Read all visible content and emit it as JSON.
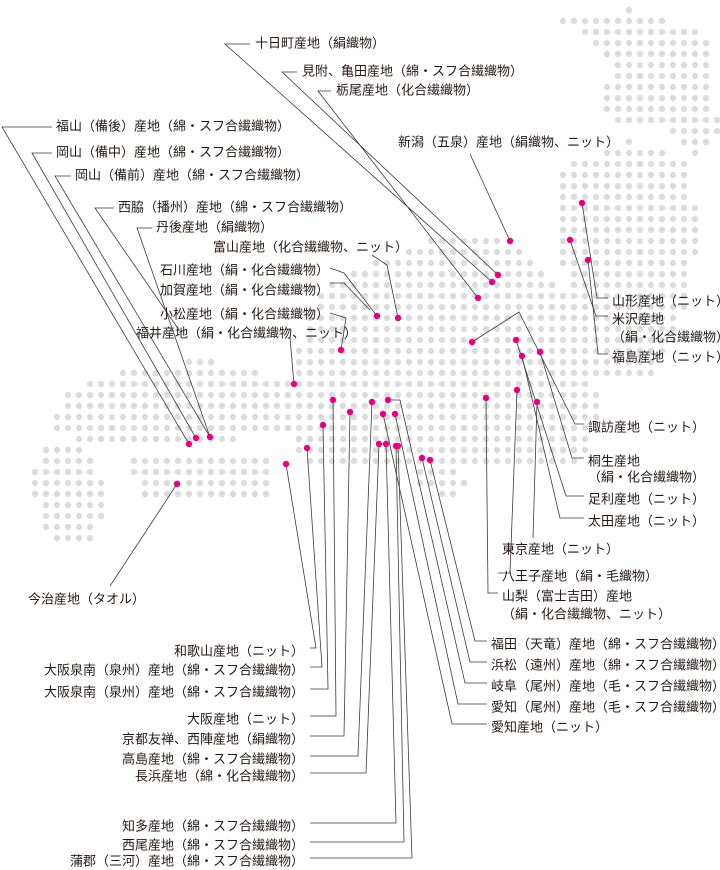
{
  "colors": {
    "land_dot": "#dcdcdc",
    "marker": "#e4007f",
    "leader": "#3a3a3a",
    "text": "#231815"
  },
  "labels": {
    "tokamachi": "十日町産地（絹織物）",
    "mitsuke": "見附、亀田産地（綿・スフ合繊織物）",
    "tochio": "栃尾産地（化合繊織物）",
    "niigata": "新潟（五泉）産地（絹織物、ニット）",
    "fukuyama": "福山（備後）産地（綿・スフ合繊織物）",
    "okayama_bicchu": "岡山（備中）産地（綿・スフ合繊織物）",
    "okayama_bizen": "岡山（備前）産地（綿・スフ合繊織物）",
    "nishiwaki": "西脇（播州）産地（綿・スフ合繊織物）",
    "tango": "丹後産地（絹織物）",
    "toyama": "富山産地（化合繊織物、ニット）",
    "ishikawa": "石川産地（絹・化合繊織物）",
    "kaga": "加賀産地（絹・化合繊織物）",
    "komatsu": "小松産地（絹・化合繊織物）",
    "fukui": "福井産地（絹・化合繊織物、ニット）",
    "yamagata": "山形産地（ニット）",
    "yonezawa_1": "米沢産地",
    "yonezawa_2": "（絹・化合繊織物）",
    "fukushima": "福島産地（ニット）",
    "suwa": "諏訪産地（ニット）",
    "kiryu_1": "桐生産地",
    "kiryu_2": "（絹・化合繊織物）",
    "ashikaga": "足利産地（ニット）",
    "ota": "太田産地（ニット）",
    "tokyo": "東京産地（ニット）",
    "hachioji": "八王子産地（絹・毛織物）",
    "yamanashi_1": "山梨（富士吉田）産地",
    "yamanashi_2": "（絹・化合繊織物、ニット）",
    "imabari": "今治産地（タオル）",
    "fukuroi": "福田（天竜）産地（綿・スフ合繊織物）",
    "hamamatsu": "浜松（遠州）産地（綿・スフ合繊織物）",
    "gifu": "岐阜（尾州）産地（毛・スフ合繊織物）",
    "aichi_bishu": "愛知（尾州）産地（毛・スフ合繊織物）",
    "aichi": "愛知産地（ニット）",
    "wakayama": "和歌山産地（ニット）",
    "senshu_1": "大阪泉南（泉州）産地（綿・スフ合繊織物）",
    "senshu_2": "大阪泉南（泉州）産地（綿・スフ合繊織物）",
    "osaka": "大阪産地（ニット）",
    "kyoto": "京都友禅、西陣産地（絹織物）",
    "takashima": "高島産地（綿・スフ合繊織物）",
    "nagahama": "長浜産地（綿・化合繊織物）",
    "chita": "知多産地（綿・スフ合繊織物）",
    "nishio": "西尾産地（綿・スフ合繊織物）",
    "gamagori": "蒲郡（三河）産地（綿・スフ合繊織物）"
  }
}
